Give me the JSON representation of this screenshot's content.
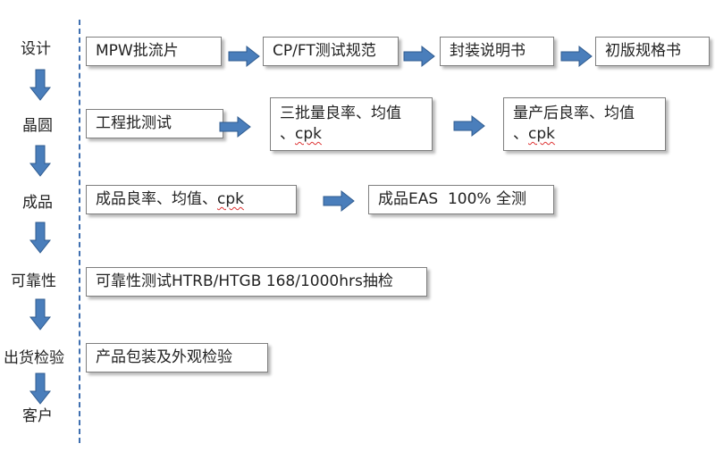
{
  "stages": [
    "设计",
    "晶圆",
    "成品",
    "可靠性",
    "出货检验",
    "客户"
  ],
  "design_row": {
    "step1": "MPW批流片",
    "step2": "CP/FT测试规范",
    "step3": "封装说明书",
    "step4": "初版规格书"
  },
  "wafer_row": {
    "step1": "工程批测试",
    "step2_line1": "三批量良率、均值",
    "step2_line2_prefix": "、",
    "step2_line2_cpk": "cpk",
    "step3_line1": "量产后良率、均值",
    "step3_line2_prefix": "、",
    "step3_line2_cpk": "cpk"
  },
  "finished_row": {
    "step1_prefix": "成品良率、均值、",
    "step1_cpk": "cpk",
    "step2": "成品EAS  100% 全测"
  },
  "reliability_row": {
    "step1": "可靠性测试HTRB/HTGB 168/1000hrs抽检"
  },
  "shipping_row": {
    "step1": "产品包装及外观检验"
  },
  "colors": {
    "arrow_fill": "#4a7ebb",
    "arrow_stroke": "#2f5b8f",
    "divider": "#3f6fb0",
    "box_border": "#7f7f7f"
  }
}
